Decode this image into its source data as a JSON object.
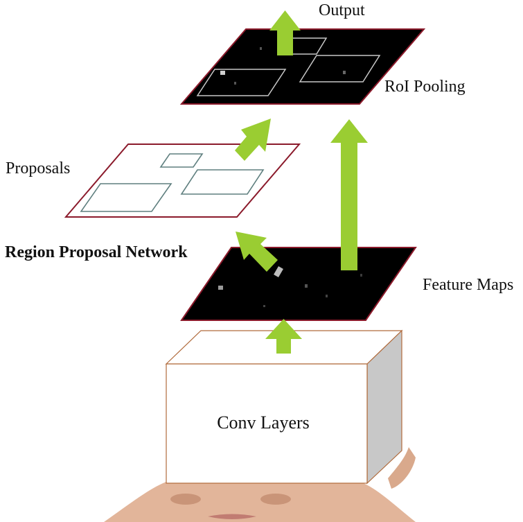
{
  "labels": {
    "output": "Output",
    "roi_pooling": "RoI Pooling",
    "proposals": "Proposals",
    "rpn": "Region Proposal Network",
    "feature_maps": "Feature Maps",
    "conv_layers": "Conv Layers"
  },
  "colors": {
    "arrow": "#9acd32",
    "map_fill": "#000000",
    "map_border": "#8b1a2b",
    "proposal_box": "#5f7f7f",
    "roi_box": "#c8c8c8",
    "cube_front": "#ffffff",
    "cube_side": "#c8c8c8",
    "cube_edge": "#b06a3b",
    "skin": "#e2b59a"
  }
}
